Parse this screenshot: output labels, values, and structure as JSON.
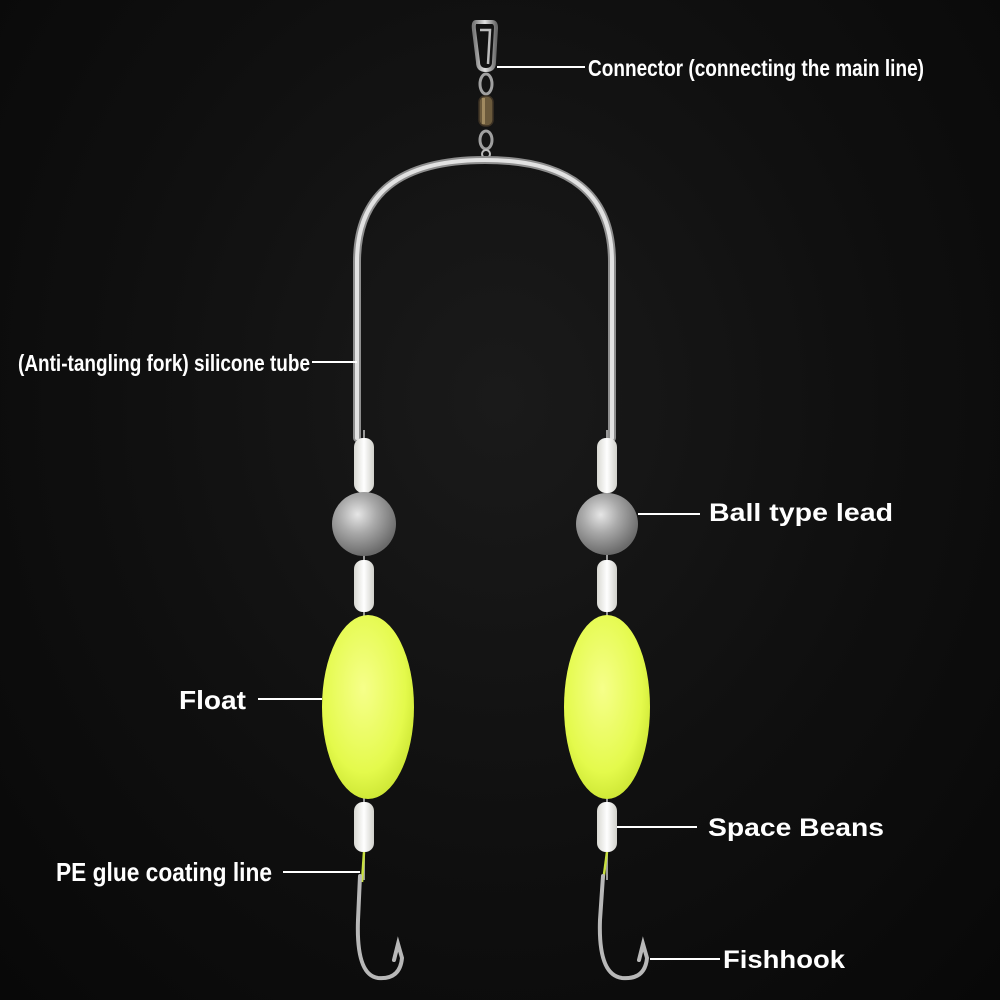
{
  "labels": {
    "connector": "Connector (connecting the main line)",
    "silicone_tube": "(Anti-tangling fork) silicone tube",
    "ball_lead": "Ball type lead",
    "float": "Float",
    "space_beans": "Space Beans",
    "pe_line": "PE glue coating line",
    "fishhook": "Fishhook"
  },
  "colors": {
    "background": "#0f0f0f",
    "float": "#e8ff5a",
    "lead": "#9a9a9a",
    "bean": "#f2f2ee",
    "wire": "#cfcfcf",
    "label": "#ffffff"
  }
}
